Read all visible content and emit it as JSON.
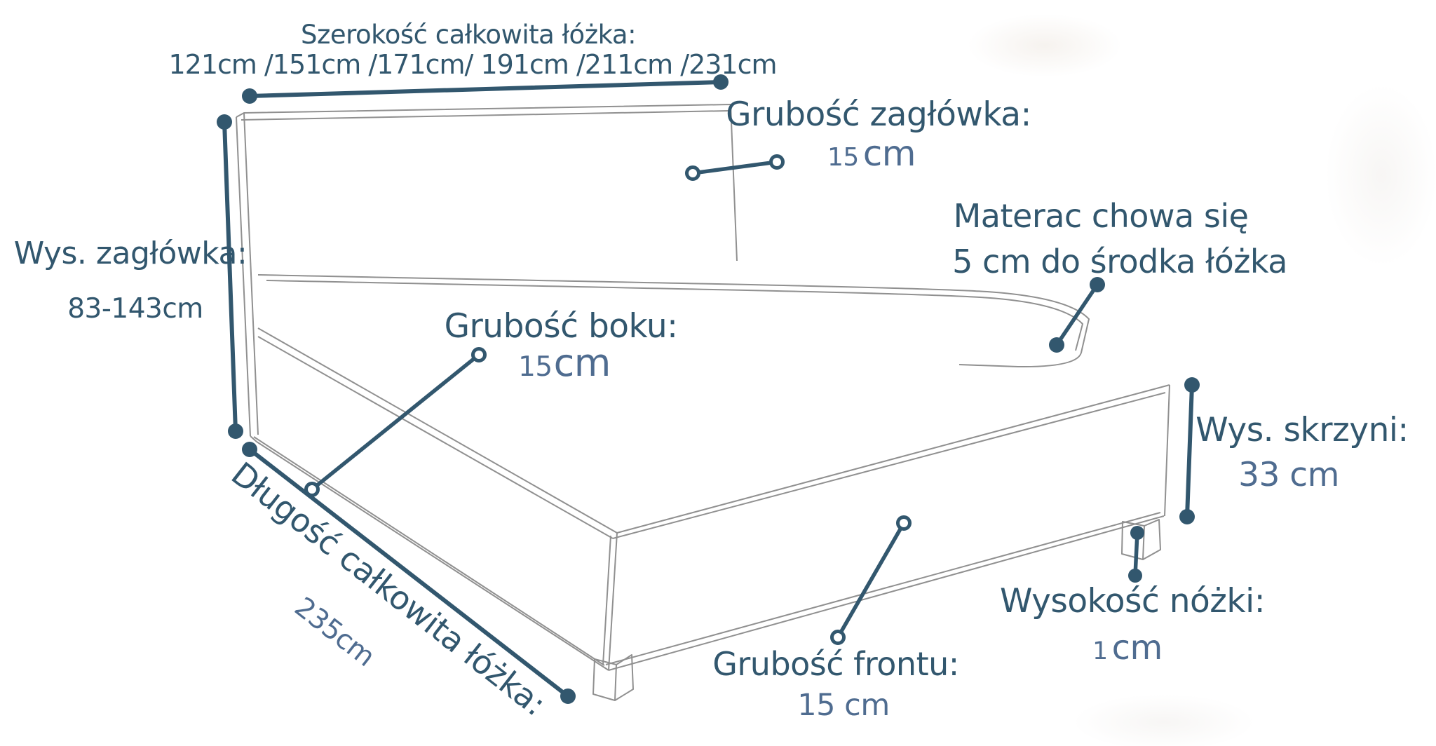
{
  "colors": {
    "label": "#32576e",
    "value": "#4f6c90",
    "dimension_line": "#32576e",
    "sketch_line": "#909090"
  },
  "annotations": {
    "total_width": {
      "label": "Szerokość całkowita łóżka:",
      "value": "121cm /151cm /171cm/ 191cm /211cm /231cm"
    },
    "headboard_height": {
      "label": "Wys. zagłówka:",
      "value": "83-143cm"
    },
    "headboard_thickness": {
      "label": "Grubość zagłówka:",
      "value_num": "15",
      "value_unit": "cm"
    },
    "mattress_inset": {
      "line1": "Materac chowa się",
      "line2": "5 cm do środka łóżka"
    },
    "side_thickness": {
      "label": "Grubość boku:",
      "value_num": "15",
      "value_unit": "cm"
    },
    "box_height": {
      "label": "Wys. skrzyni:",
      "value": "33 cm"
    },
    "total_length": {
      "label": "Długość całkowita łóżka:",
      "value": "235cm"
    },
    "front_thickness": {
      "label": "Grubość frontu:",
      "value": "15 cm"
    },
    "leg_height": {
      "label": "Wysokość nóżki:",
      "value_num": "1",
      "value_unit": "cm"
    }
  }
}
